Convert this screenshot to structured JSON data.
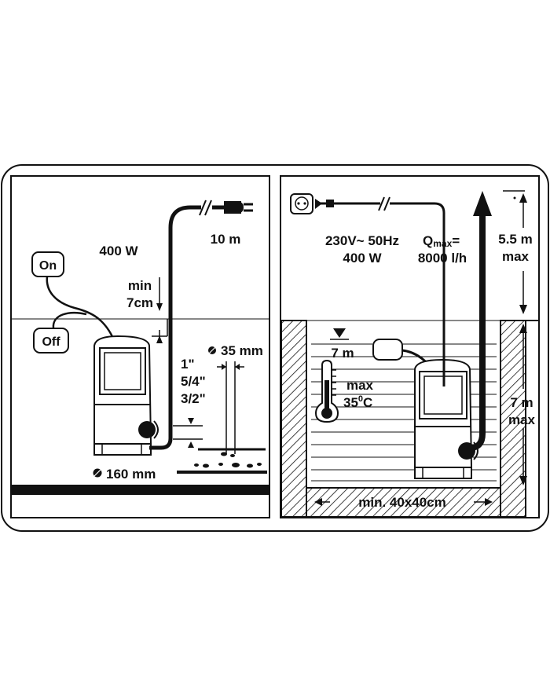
{
  "left_panel": {
    "on_label": "On",
    "off_label": "Off",
    "power": "400 W",
    "cable_length": "10 m",
    "min_label": "min",
    "min_value": "7cm",
    "particle_size": "35 mm",
    "hose_size_1": "1\"",
    "hose_size_2": "5/4\"",
    "hose_size_3": "3/2\"",
    "pump_diameter": "160 mm"
  },
  "right_panel": {
    "voltage": "230V~ 50Hz",
    "power": "400 W",
    "qmax_q": "Q",
    "qmax_sub": "max",
    "qmax_eq": "=",
    "flow": "8000 l/h",
    "head_value": "5.5 m",
    "head_max": "max",
    "depth_label": "7 m",
    "temp_max": "max",
    "temp_value": "35",
    "temp_deg": "0",
    "temp_unit": "C",
    "immersion_value": "7 m",
    "immersion_max": "max",
    "pit_size": "min. 40x40cm"
  },
  "icons": [
    "on-off-switch-icon",
    "plug-icon",
    "socket-icon",
    "thermometer-icon",
    "float-switch-icon",
    "pump-icon",
    "arrow-up-icon"
  ]
}
